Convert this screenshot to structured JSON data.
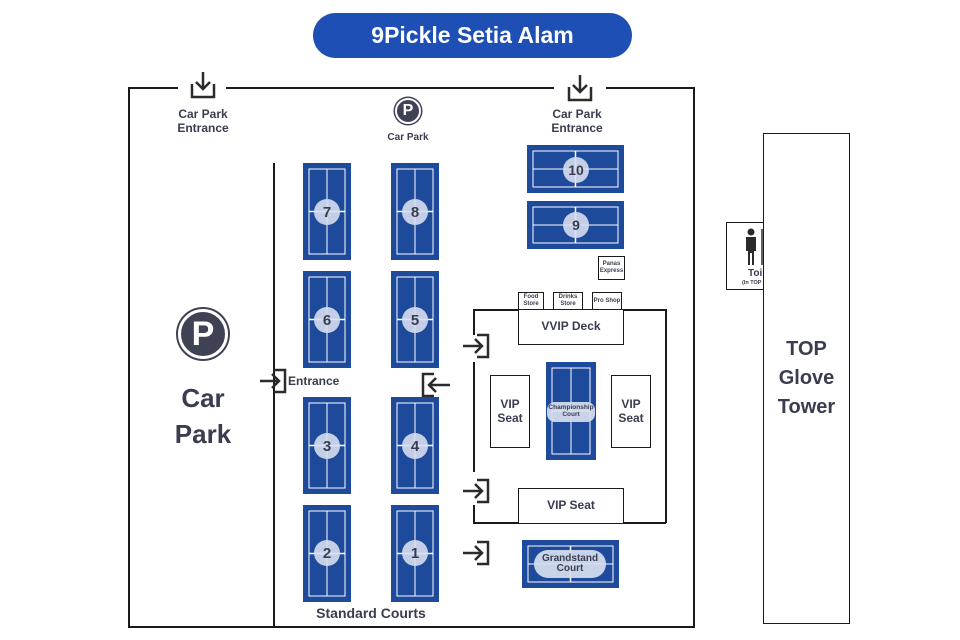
{
  "title": "9Pickle Setia Alam",
  "labels": {
    "car_park_entrance_left": "Car Park Entrance",
    "car_park_entrance_right": "Car Park Entrance",
    "car_park_small": "Car Park",
    "car_park_big": "Car Park",
    "entrance": "Entrance",
    "standard_courts": "Standard Courts",
    "top_glove_tower": "TOP Glove Tower",
    "toilet": "Toilet",
    "toilet_note": "(In TOP Glove)",
    "parking_symbol": "P"
  },
  "courts": {
    "c1": "1",
    "c2": "2",
    "c3": "3",
    "c4": "4",
    "c5": "5",
    "c6": "6",
    "c7": "7",
    "c8": "8",
    "c9": "9",
    "c10": "10",
    "championship": "Championship Court",
    "grandstand": "Grandstand Court"
  },
  "facilities": {
    "panas_express": "Panas Express",
    "food_store": "Food Store",
    "drinks_store": "Drinks Store",
    "pro_shop": "Pro Shop",
    "vvip_deck": "VVIP Deck",
    "vip_seat_left": "VIP Seat",
    "vip_seat_right": "VIP Seat",
    "vip_seat_bottom": "VIP Seat"
  },
  "colors": {
    "title_bg": "#1e4fb5",
    "court_blue": "#1d4a9a",
    "court_label_bg": "#d7def0",
    "parking_bg": "#3f4254",
    "text": "#3a3d4f"
  },
  "icons": [
    "entrance-down-arrow-icon",
    "entrance-right-arrow-icon",
    "entrance-left-arrow-icon",
    "parking-icon",
    "toilet-icon"
  ]
}
